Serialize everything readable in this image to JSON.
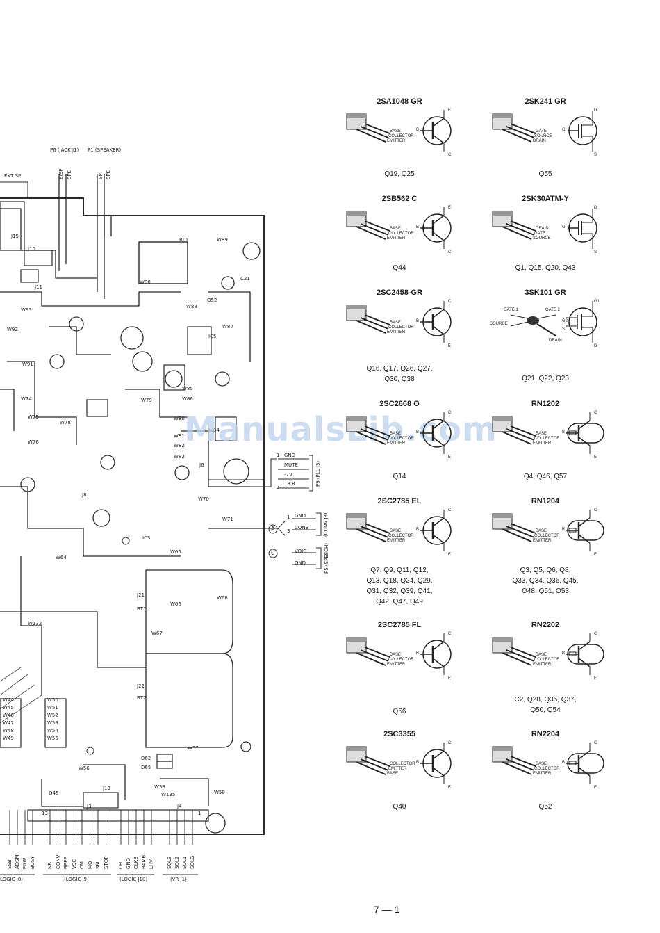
{
  "page_number": "7 — 1",
  "watermark": "ManualsLib.com",
  "connectors_top": {
    "p6_label": "P6 (JACK J1)",
    "p1_label": "P1 (SPEAKER)",
    "p6_pins": [
      "E/SP",
      "SPE"
    ],
    "p1_pins": [
      "SP",
      "SPE"
    ],
    "ext_sp": "EXT SP"
  },
  "pcb_labels": [
    "J15",
    "J10",
    "J11",
    "RL1",
    "W89",
    "C21",
    "Q52",
    "W88",
    "W87",
    "W90",
    "W93",
    "W91",
    "W92",
    "W74",
    "W75",
    "W76",
    "W78",
    "W79",
    "W86",
    "W85",
    "W84",
    "W81",
    "W82",
    "W83",
    "W80",
    "W70",
    "W71",
    "W64",
    "W65",
    "W66",
    "W67",
    "W68",
    "W132",
    "J21",
    "BT1",
    "J22",
    "BT2",
    "W57",
    "W56",
    "W58",
    "W59",
    "W135",
    "J13",
    "J8",
    "J6",
    "IC5",
    "IC3",
    "D62",
    "D65",
    "Q45"
  ],
  "w_list": [
    "W44",
    "W45",
    "W46",
    "W47",
    "W48",
    "W49"
  ],
  "w_list2": [
    "W50",
    "W51",
    "W52",
    "W53",
    "W54",
    "W55"
  ],
  "p9": {
    "title": "P9 (PLL J3)",
    "pins": [
      "GND",
      "MUTE",
      "-7V",
      "13.8"
    ],
    "pin_nums": [
      "1",
      "4"
    ]
  },
  "conv": {
    "title": "(CONV J3)",
    "marker": "A",
    "pins": [
      "GND",
      "CON9"
    ],
    "pin_nums": [
      "1",
      "3"
    ]
  },
  "speech": {
    "title": "P5 (SPEECH)",
    "marker": "C",
    "pins": [
      "VOIC",
      "GND"
    ]
  },
  "bottom_signals": {
    "group1": [
      "SSB",
      "ADSM",
      "FILW",
      "BUSY"
    ],
    "group1_label": "LOGIC J8)",
    "group2": [
      "NB",
      "CONV",
      "BEEP",
      "VSC",
      "CM",
      "MO",
      "SM",
      "STOP"
    ],
    "group2_label": "(LOGIC J9)",
    "group3": [
      "CH",
      "GND",
      "CLKB",
      "RAMB",
      "LHV"
    ],
    "group3_label": "(LOGIC J10)",
    "group4": [
      "SQL3",
      "SQL2",
      "SQL1",
      "SQLG"
    ],
    "group4_label": "(VR J1)",
    "j3_label": "J3",
    "j4_label": "J4",
    "pin13": "13",
    "pin1": "1"
  },
  "parts": [
    {
      "title": "2SA1048 GR",
      "refs": [
        "Q19, Q25"
      ],
      "type": "pnp",
      "pins": [
        "BASE",
        "COLLECTOR",
        "EMITTER"
      ],
      "sym_pins": [
        "B",
        "E",
        "C"
      ]
    },
    {
      "title": "2SK241 GR",
      "refs": [
        "Q55"
      ],
      "type": "fet",
      "pins": [
        "GATE",
        "SOURCE",
        "DRAIN"
      ],
      "sym_pins": [
        "G",
        "D",
        "S"
      ]
    },
    {
      "title": "2SB562 C",
      "refs": [
        "Q44"
      ],
      "type": "pnp",
      "pins": [
        "BASE",
        "COLLECTOR",
        "EMITTER"
      ],
      "sym_pins": [
        "B",
        "E",
        "C"
      ]
    },
    {
      "title": "2SK30ATM-Y",
      "refs": [
        "Q1, Q15, Q20, Q43"
      ],
      "type": "fet",
      "pins": [
        "DRAIN",
        "GATE",
        "SOURCE"
      ],
      "sym_pins": [
        "G",
        "D",
        "S"
      ]
    },
    {
      "title": "2SC2458-GR",
      "refs": [
        "Q16, Q17, Q26, Q27,",
        "Q30, Q38"
      ],
      "type": "npn",
      "pins": [
        "BASE",
        "COLLECTOR",
        "EMITTER"
      ],
      "sym_pins": [
        "B",
        "C",
        "E"
      ]
    },
    {
      "title": "3SK101 GR",
      "refs": [
        "Q21, Q22, Q23"
      ],
      "type": "dgfet",
      "pins": [
        "GATE 1",
        "GATE 2",
        "SOURCE",
        "DRAIN"
      ],
      "sym_pins": [
        "G2",
        "G1",
        "D",
        "S"
      ]
    },
    {
      "title": "2SC2668 O",
      "refs": [
        "Q14"
      ],
      "type": "npn",
      "pins": [
        "BASE",
        "COLLECTOR",
        "EMITTER"
      ],
      "sym_pins": [
        "B",
        "C",
        "E"
      ]
    },
    {
      "title": "RN1202",
      "refs": [
        "Q4, Q46, Q57"
      ],
      "type": "rnpn",
      "pins": [
        "BASE",
        "COLLECTOR",
        "EMITTER"
      ],
      "sym_pins": [
        "B",
        "C",
        "E"
      ]
    },
    {
      "title": "2SC2785 EL",
      "refs": [
        "Q7, Q9, Q11, Q12,",
        "Q13, Q18, Q24, Q29,",
        "Q31, Q32, Q39, Q41,",
        "Q42, Q47, Q49"
      ],
      "type": "npn",
      "pins": [
        "BASE",
        "COLLECTOR",
        "EMITTER"
      ],
      "sym_pins": [
        "B",
        "C",
        "E"
      ]
    },
    {
      "title": "RN1204",
      "refs": [
        "Q3, Q5, Q6, Q8,",
        "Q33, Q34, Q36, Q45,",
        "Q48, Q51, Q53"
      ],
      "type": "rnpn",
      "pins": [
        "BASE",
        "COLLECTOR",
        "EMITTER"
      ],
      "sym_pins": [
        "B",
        "C",
        "E"
      ]
    },
    {
      "title": "2SC2785 FL",
      "refs": [
        "Q56"
      ],
      "type": "npn",
      "pins": [
        "BASE",
        "COLLECTOR",
        "EMITTER"
      ],
      "sym_pins": [
        "B",
        "C",
        "E"
      ]
    },
    {
      "title": "RN2202",
      "refs": [
        "C2, Q28, Q35, Q37,",
        "Q50, Q54"
      ],
      "type": "rpnp",
      "pins": [
        "BASE",
        "COLLECTOR",
        "EMITTER"
      ],
      "sym_pins": [
        "B",
        "C",
        "E"
      ]
    },
    {
      "title": "2SC3355",
      "refs": [
        "Q40"
      ],
      "type": "npn",
      "pins": [
        "COLLECTOR",
        "EMITTER",
        "BASE"
      ],
      "sym_pins": [
        "B",
        "C",
        "E"
      ]
    },
    {
      "title": "RN2204",
      "refs": [
        "Q52"
      ],
      "type": "rpnp",
      "pins": [
        "BASE",
        "COLLECTOR",
        "EMITTER"
      ],
      "sym_pins": [
        "B",
        "C",
        "E"
      ]
    }
  ]
}
